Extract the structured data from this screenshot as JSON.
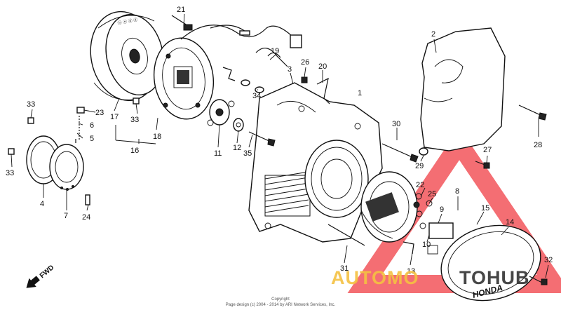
{
  "callouts": {
    "c1": "1",
    "c2": "2",
    "c3": "3",
    "c4": "4",
    "c5": "5",
    "c6": "6",
    "c7": "7",
    "c8": "8",
    "c9": "9",
    "c10": "10",
    "c11": "11",
    "c12": "12",
    "c13": "13",
    "c14": "14",
    "c15": "15",
    "c16": "16",
    "c17": "17",
    "c18": "18",
    "c19": "19",
    "c20": "20",
    "c21": "21",
    "c22": "22",
    "c23": "23",
    "c24": "24",
    "c25": "25",
    "c26": "26",
    "c27": "27",
    "c28": "28",
    "c29": "29",
    "c30": "30",
    "c31": "31",
    "c32": "32",
    "c33a": "33",
    "c33b": "33",
    "c33c": "33",
    "c34": "34",
    "c35": "35"
  },
  "fwd_label": "FWD",
  "cover_logo": "HONDA",
  "flywheel_stamp": "ⓗ ⓔ ⓓ ⓓ",
  "copyright": {
    "line1": "Copyright",
    "line2": "Page design (c) 2004 - 2014 by ARI Network Services, Inc."
  },
  "watermark": {
    "text_a": "AUTOMO",
    "text_b": "TOHUB",
    "colors": {
      "triangle": "#f2555a",
      "text_left": "#f5c242",
      "text_right": "#333333"
    }
  }
}
